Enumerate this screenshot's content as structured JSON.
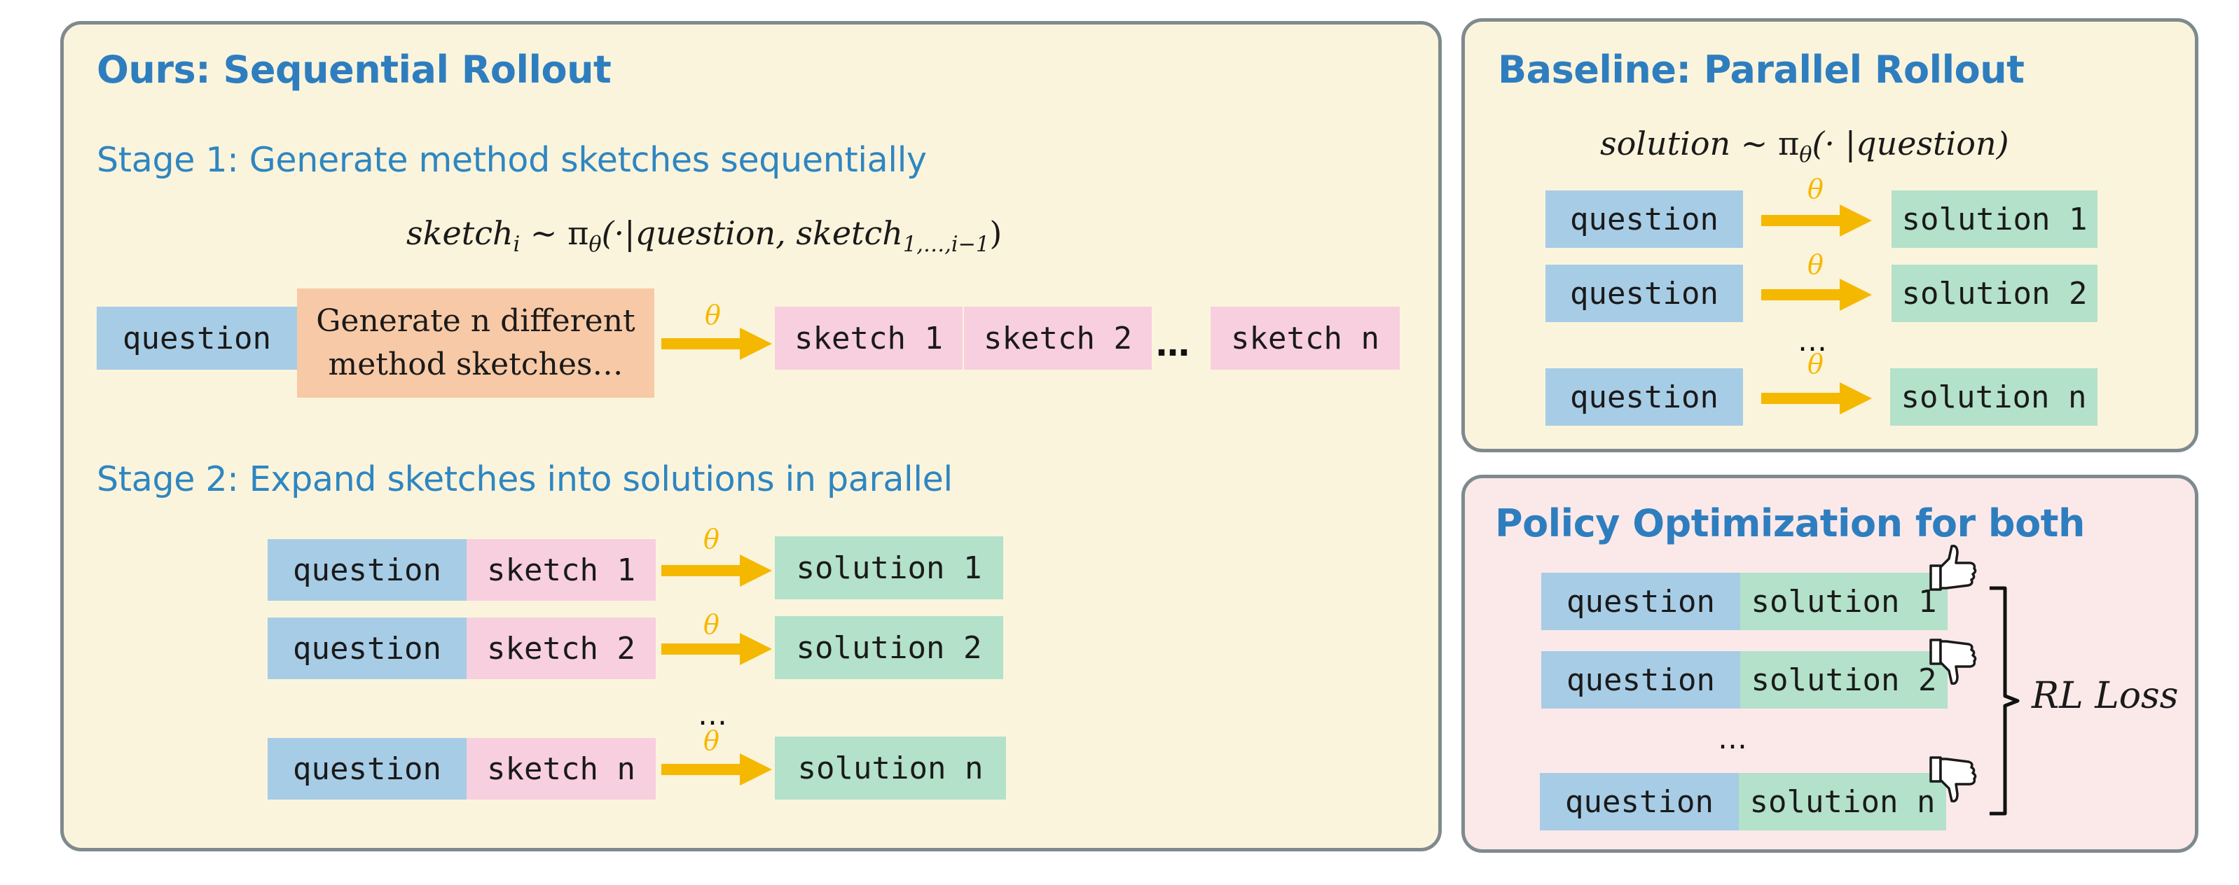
{
  "left_panel": {
    "title": "Ours: Sequential Rollout",
    "stage1": "Stage 1:  Generate method sketches sequentially",
    "stage1_formula": {
      "lhs": "sketch",
      "lhs_sub": "i",
      "rel": " ~ π",
      "pi_sub": "θ",
      "args": "(·|question, sketch",
      "args_sub": "1,…,i−1",
      "close": ")"
    },
    "question": "question",
    "generate_line1": "Generate n different",
    "generate_line2": "method sketches…",
    "theta": "θ",
    "sketch1": "sketch 1",
    "sketch2": "sketch 2",
    "ellipsis": "…",
    "sketch_n": "sketch n",
    "stage2": "Stage 2:  Expand sketches into solutions in parallel",
    "rows": [
      {
        "question": "question",
        "sketch": "sketch 1",
        "solution": "solution 1"
      },
      {
        "question": "question",
        "sketch": "sketch 2",
        "solution": "solution 2"
      },
      {
        "question": "question",
        "sketch": "sketch n",
        "solution": "solution n"
      }
    ],
    "rows_ellipsis": "…"
  },
  "baseline_panel": {
    "title": "Baseline: Parallel Rollout",
    "formula": {
      "lhs": "solution",
      "rel": " ~ π",
      "pi_sub": "θ",
      "args": "(· |question)"
    },
    "rows": [
      {
        "question": "question",
        "solution": "solution 1"
      },
      {
        "question": "question",
        "solution": "solution 2"
      },
      {
        "question": "question",
        "solution": "solution n"
      }
    ],
    "ellipsis": "…"
  },
  "policy_panel": {
    "title": "Policy Optimization for both",
    "rows": [
      {
        "question": "question",
        "solution": "solution 1",
        "feedback": "thumbs-up-icon"
      },
      {
        "question": "question",
        "solution": "solution 2",
        "feedback": "thumbs-down-icon"
      },
      {
        "question": "question",
        "solution": "solution n",
        "feedback": "thumbs-down-icon"
      }
    ],
    "ellipsis": "…",
    "loss": "RL Loss"
  },
  "colors": {
    "panel_cream": "#fbf4dc",
    "panel_pink": "#fbe9e9",
    "panel_border": "#7f8a8e",
    "title_blue": "#2e7ebf",
    "question_box": "#a7cce6",
    "sketch_box": "#f8cfde",
    "solution_box": "#b3e1c9",
    "generate_box": "#f7c9a6",
    "arrow": "#f5b800"
  }
}
